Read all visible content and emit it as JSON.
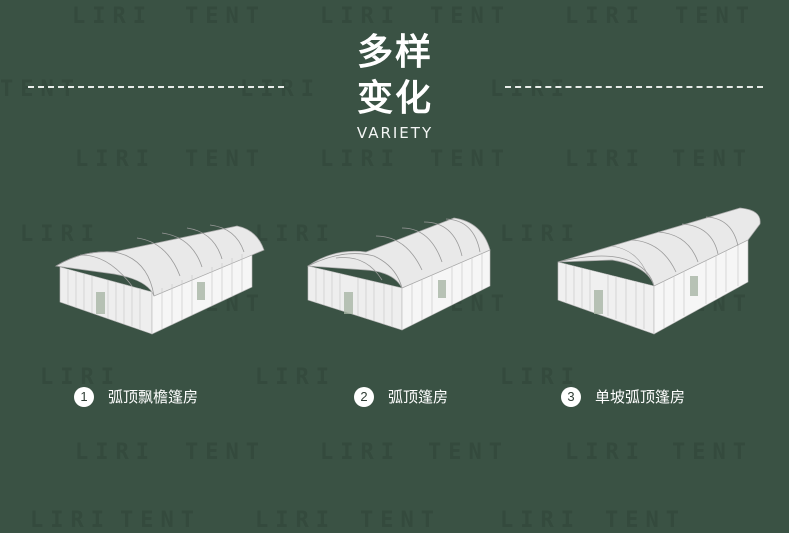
{
  "watermark": {
    "word1": "LIRI",
    "word2": "TENT"
  },
  "header": {
    "title_line1": "多样",
    "title_line2": "变化",
    "subtitle": "VARIETY"
  },
  "colors": {
    "background": "#3a5244",
    "text": "#ffffff",
    "dashes": "#e8ece9",
    "tent_roof": "#e6e6e6",
    "tent_wall": "#f2f2f2"
  },
  "items": [
    {
      "number": "1",
      "label": "弧顶飘檐篷房",
      "icon": "arc-roof-eaves-tent-image"
    },
    {
      "number": "2",
      "label": "弧顶篷房",
      "icon": "arc-roof-tent-image"
    },
    {
      "number": "3",
      "label": "单坡弧顶篷房",
      "icon": "single-slope-arc-roof-tent-image"
    }
  ]
}
